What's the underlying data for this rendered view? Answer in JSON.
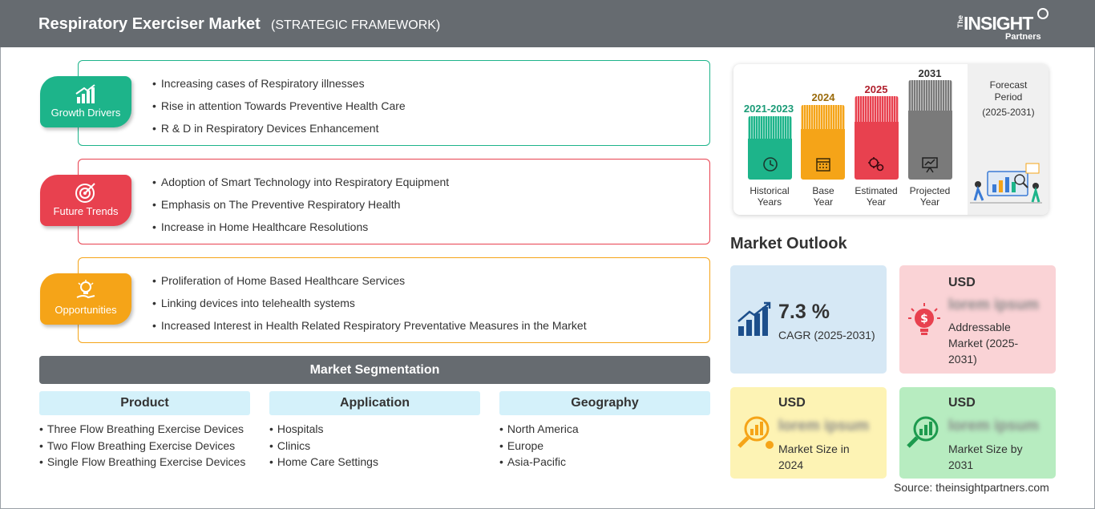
{
  "header": {
    "title": "Respiratory Exerciser Market",
    "subtitle": "(STRATEGIC FRAMEWORK)",
    "logo": {
      "the": "The",
      "insight": "INSIGHT",
      "partners": "Partners"
    }
  },
  "framework": [
    {
      "tag": "Growth Drivers",
      "color": "#1db48a",
      "icon": "bar-chart-growth-icon",
      "points": [
        "Increasing cases of Respiratory illnesses",
        "Rise in attention Towards Preventive Health Care",
        "R & D in Respiratory Devices Enhancement"
      ]
    },
    {
      "tag": "Future Trends",
      "color": "#e8414f",
      "icon": "target-icon",
      "points": [
        "Adoption of Smart Technology into Respiratory Equipment",
        "Emphasis on The Preventive Respiratory Health",
        "Increase in Home Healthcare Resolutions"
      ]
    },
    {
      "tag": "Opportunities",
      "color": "#f5a418",
      "icon": "lightbulb-hand-icon",
      "points": [
        "Proliferation of Home Based Healthcare Services",
        "Linking devices into telehealth systems",
        "Increased Interest in Health Related Respiratory Preventative Measures in the Market"
      ]
    }
  ],
  "segmentation": {
    "title": "Market Segmentation",
    "columns": [
      {
        "head": "Product",
        "items": [
          "Three Flow Breathing Exercise Devices",
          "Two Flow Breathing Exercise Devices",
          "Single Flow Breathing Exercise Devices"
        ]
      },
      {
        "head": "Application",
        "items": [
          "Hospitals",
          "Clinics",
          "Home Care Settings"
        ]
      },
      {
        "head": "Geography",
        "items": [
          "North America",
          "Europe",
          "Asia-Pacific"
        ]
      }
    ]
  },
  "timeline": {
    "bars": [
      {
        "year": "2021-2023",
        "label_line1": "Historical",
        "label_line2": "Years",
        "color": "#1db48a",
        "year_color": "#1a9b77",
        "icon": "history-clock-icon"
      },
      {
        "year": "2024",
        "label_line1": "Base",
        "label_line2": "Year",
        "color": "#f5a418",
        "year_color": "#9a6a0a",
        "icon": "calendar-icon"
      },
      {
        "year": "2025",
        "label_line1": "Estimated",
        "label_line2": "Year",
        "color": "#e8414f",
        "year_color": "#b01f2c",
        "icon": "gears-icon"
      },
      {
        "year": "2031",
        "label_line1": "Projected",
        "label_line2": "Year",
        "color": "#7a7a7a",
        "year_color": "#333333",
        "icon": "presentation-icon"
      }
    ],
    "forecast": {
      "line1": "Forecast",
      "line2": "Period",
      "line3": "(2025-2031)"
    }
  },
  "outlook": {
    "title": "Market Outlook",
    "cagr": {
      "value": "7.3 %",
      "label": "CAGR (2025-2031)"
    },
    "addressable": {
      "usd": "USD",
      "value": "lorem ipsum",
      "label_line1": "Addressable",
      "label_line2": "Market (2025-",
      "label_line3": "2031)"
    },
    "size2024": {
      "usd": "USD",
      "value": "lorem ipsum",
      "label_line1": "Market Size in",
      "label_line2": "2024"
    },
    "size2031": {
      "usd": "USD",
      "value": "lorem ipsum",
      "label_line1": "Market Size by",
      "label_line2": "2031"
    }
  },
  "source": "Source: theinsightpartners.com"
}
